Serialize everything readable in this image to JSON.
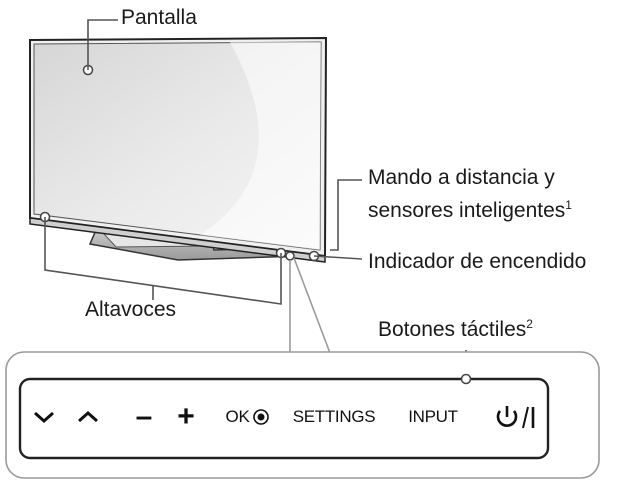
{
  "labels": {
    "screen": "Pantalla",
    "remote_sensor_line1": "Mando a distancia y",
    "remote_sensor_line2": "sensores inteligentes",
    "remote_sensor_sup": "1",
    "power_indicator": "Indicador de encendido",
    "speakers": "Altavoces",
    "touch_buttons": "Botones táctiles",
    "touch_buttons_sup": "2"
  },
  "buttons": {
    "down": "down-chevron-icon",
    "up": "up-chevron-icon",
    "minus": "–",
    "plus": "+",
    "ok": "OK",
    "settings": "SETTINGS",
    "input": "INPUT",
    "power": "power-icon"
  },
  "colors": {
    "callout_line": "#8a8a8a",
    "leader_line": "#555555",
    "tv_frame": "#222222"
  }
}
